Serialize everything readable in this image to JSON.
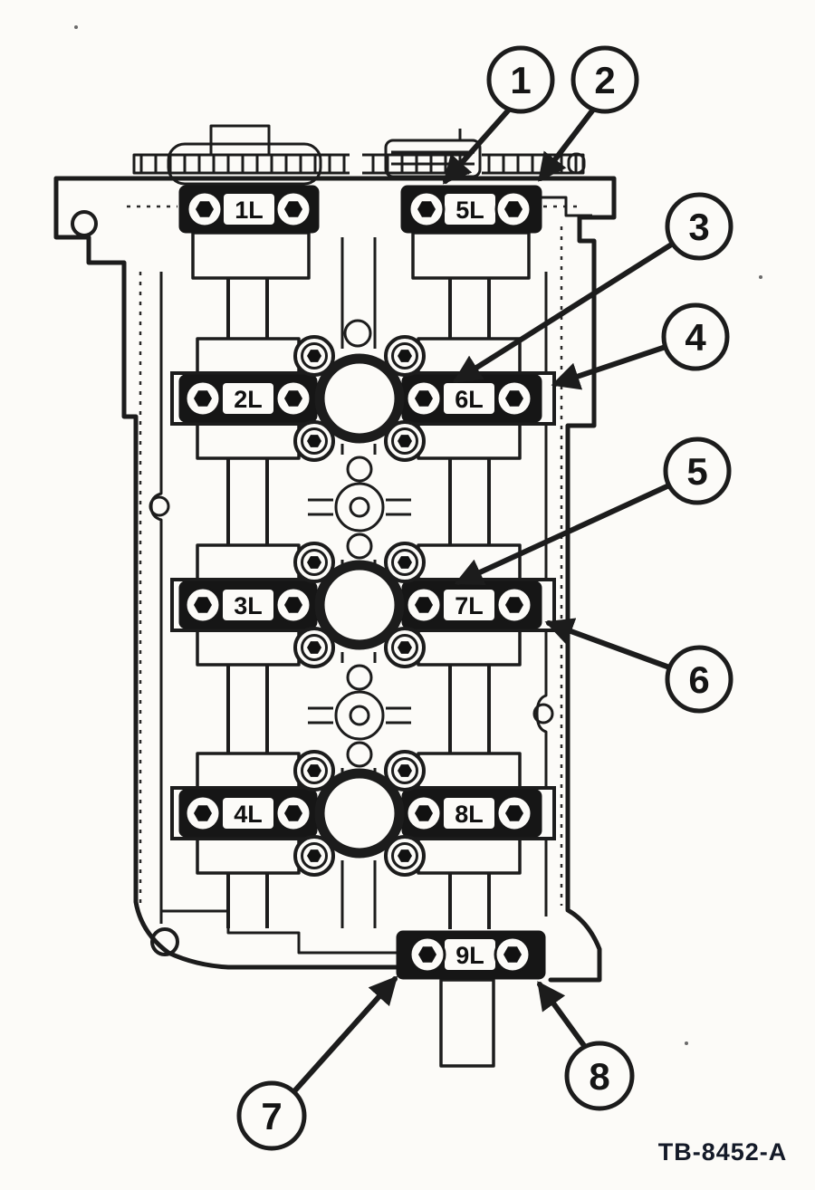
{
  "figure_type": "camshaft-bearing-cap-diagram",
  "colors": {
    "ink": "#1c1c1c",
    "background": "#fcfbf8",
    "code_text": "#141a28"
  },
  "callouts": [
    {
      "number": "1"
    },
    {
      "number": "2"
    },
    {
      "number": "3"
    },
    {
      "number": "4"
    },
    {
      "number": "5"
    },
    {
      "number": "6"
    },
    {
      "number": "7"
    },
    {
      "number": "8"
    }
  ],
  "caps": [
    {
      "label": "1L"
    },
    {
      "label": "2L"
    },
    {
      "label": "3L"
    },
    {
      "label": "4L"
    },
    {
      "label": "5L"
    },
    {
      "label": "6L"
    },
    {
      "label": "7L"
    },
    {
      "label": "8L"
    },
    {
      "label": "9L"
    }
  ],
  "footer": {
    "code": "TB-8452-A"
  }
}
